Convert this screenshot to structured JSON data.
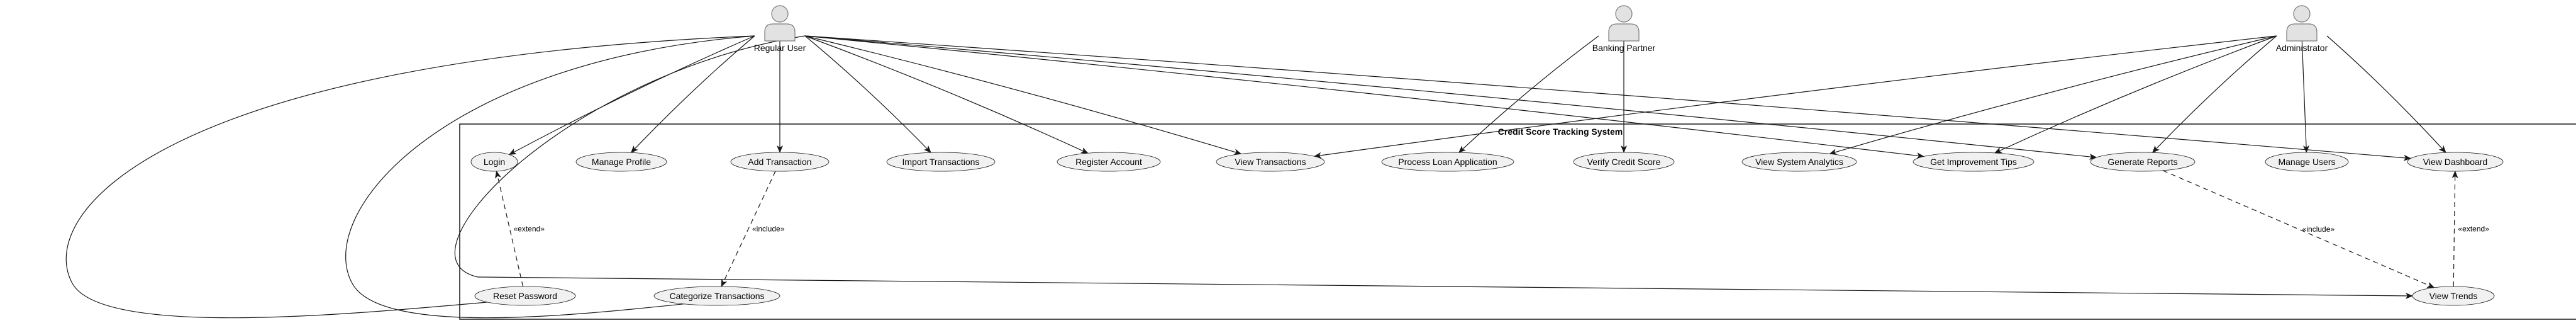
{
  "diagram": {
    "system": {
      "title": "Credit Score Tracking System"
    },
    "actors": [
      {
        "id": "regular",
        "label": "Regular User"
      },
      {
        "id": "partner",
        "label": "Banking Partner"
      },
      {
        "id": "admin",
        "label": "Administrator"
      }
    ],
    "use_cases": [
      {
        "id": "login",
        "label": "Login"
      },
      {
        "id": "manage_profile",
        "label": "Manage Profile"
      },
      {
        "id": "add_tx",
        "label": "Add Transaction"
      },
      {
        "id": "import_tx",
        "label": "Import Transactions"
      },
      {
        "id": "register",
        "label": "Register Account"
      },
      {
        "id": "view_tx",
        "label": "View Transactions"
      },
      {
        "id": "loan",
        "label": "Process Loan Application"
      },
      {
        "id": "verify",
        "label": "Verify Credit Score"
      },
      {
        "id": "analytics",
        "label": "View System Analytics"
      },
      {
        "id": "tips",
        "label": "Get Improvement Tips"
      },
      {
        "id": "reports",
        "label": "Generate Reports"
      },
      {
        "id": "users",
        "label": "Manage Users"
      },
      {
        "id": "dashboard",
        "label": "View Dashboard"
      },
      {
        "id": "reset",
        "label": "Reset Password"
      },
      {
        "id": "categorize",
        "label": "Categorize Transactions"
      },
      {
        "id": "trends",
        "label": "View Trends"
      }
    ],
    "associations": [
      {
        "from": "regular",
        "to": "login"
      },
      {
        "from": "regular",
        "to": "manage_profile"
      },
      {
        "from": "regular",
        "to": "add_tx"
      },
      {
        "from": "regular",
        "to": "import_tx"
      },
      {
        "from": "regular",
        "to": "register"
      },
      {
        "from": "regular",
        "to": "view_tx"
      },
      {
        "from": "regular",
        "to": "tips"
      },
      {
        "from": "regular",
        "to": "reports"
      },
      {
        "from": "regular",
        "to": "dashboard"
      },
      {
        "from": "regular",
        "to": "reset"
      },
      {
        "from": "regular",
        "to": "categorize"
      },
      {
        "from": "regular",
        "to": "trends"
      },
      {
        "from": "partner",
        "to": "loan"
      },
      {
        "from": "partner",
        "to": "verify"
      },
      {
        "from": "admin",
        "to": "analytics"
      },
      {
        "from": "admin",
        "to": "tips"
      },
      {
        "from": "admin",
        "to": "reports"
      },
      {
        "from": "admin",
        "to": "users"
      },
      {
        "from": "admin",
        "to": "dashboard"
      },
      {
        "from": "admin",
        "to": "view_tx"
      }
    ],
    "dependencies": [
      {
        "from": "reset",
        "to": "login",
        "label": "«extend»"
      },
      {
        "from": "add_tx",
        "to": "categorize",
        "label": "«include»"
      },
      {
        "from": "reports",
        "to": "trends",
        "label": "«include»"
      },
      {
        "from": "trends",
        "to": "dashboard",
        "label": "«extend»"
      }
    ]
  }
}
